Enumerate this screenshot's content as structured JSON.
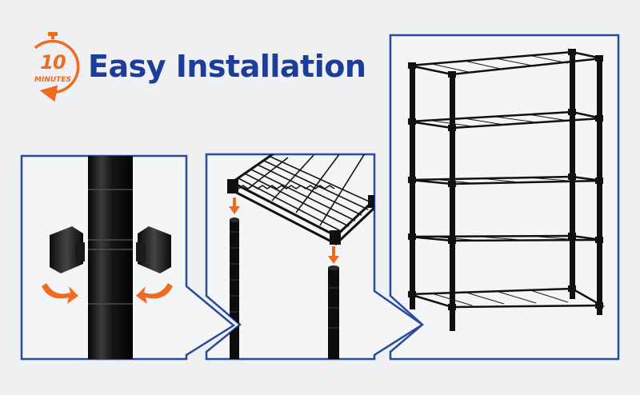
{
  "badge": {
    "number": "10",
    "unit": "MINUTES",
    "icon": "stopwatch-icon"
  },
  "heading": {
    "title": "Easy Installation"
  },
  "colors": {
    "accent_orange": "#f06a22",
    "heading_blue": "#1c3d99",
    "panel_border": "#2a4aa0",
    "panel_fill": "#f4f5f6",
    "metal_black": "#111111",
    "background": "#eef0f2"
  },
  "panels": [
    {
      "name": "pole-connector-step",
      "icons": [
        "pole-icon",
        "clip-icon",
        "rotate-arrow-icon"
      ]
    },
    {
      "name": "shelf-to-pole-step",
      "icons": [
        "wire-shelf-icon",
        "pole-icon",
        "down-arrow-icon"
      ]
    },
    {
      "name": "assembled-shelving-unit",
      "icons": [
        "shelving-unit-icon"
      ]
    }
  ]
}
